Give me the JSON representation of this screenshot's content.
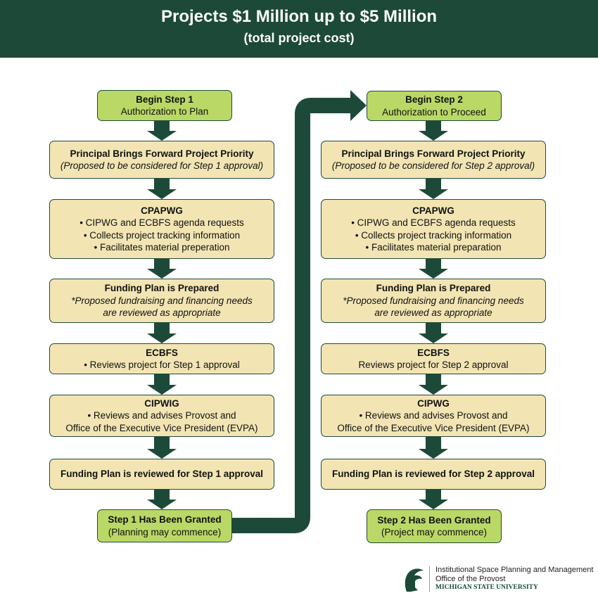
{
  "header": {
    "title": "Projects $1 Million up to $5 Million",
    "subtitle": "(total project cost)"
  },
  "colors": {
    "header": "#1d4a38",
    "green_box": "#bad866",
    "tan_box": "#f2e5b3",
    "arrow": "#1d4a38"
  },
  "columns": [
    {
      "boxes": [
        {
          "style": "green",
          "lines": [
            {
              "t": "Begin Step 1",
              "s": "b"
            },
            {
              "t": "Authorization to Plan",
              "s": ""
            }
          ]
        },
        {
          "style": "tan",
          "lines": [
            {
              "t": "Principal Brings Forward Project Priority",
              "s": "b"
            },
            {
              "t": "(Proposed to be considered for Step 1 approval)",
              "s": "i"
            }
          ]
        },
        {
          "style": "tan",
          "lines": [
            {
              "t": "CPAPWG",
              "s": "b"
            },
            {
              "t": "• CIPWG and ECBFS agenda requests",
              "s": ""
            },
            {
              "t": "• Collects project tracking information",
              "s": ""
            },
            {
              "t": "• Facilitates material preperation",
              "s": ""
            }
          ]
        },
        {
          "style": "tan",
          "lines": [
            {
              "t": "Funding Plan is Prepared",
              "s": "b"
            },
            {
              "t": "*Proposed fundraising and financing needs",
              "s": "i"
            },
            {
              "t": "are reviewed as appropriate",
              "s": "i"
            }
          ]
        },
        {
          "style": "tan",
          "lines": [
            {
              "t": "ECBFS",
              "s": "b"
            },
            {
              "t": "• Reviews project for Step 1 approval",
              "s": ""
            }
          ]
        },
        {
          "style": "tan",
          "lines": [
            {
              "t": "CIPWIG",
              "s": "b"
            },
            {
              "t": "• Reviews and advises Provost and",
              "s": ""
            },
            {
              "t": "Office of the Executive Vice President (EVPA)",
              "s": ""
            }
          ]
        },
        {
          "style": "tan",
          "lines": [
            {
              "t": "Funding Plan is reviewed for Step 1 approval",
              "s": "b"
            }
          ]
        },
        {
          "style": "green",
          "lines": [
            {
              "t": "Step 1 Has Been Granted",
              "s": "b"
            },
            {
              "t": "(Planning may commence)",
              "s": ""
            }
          ]
        }
      ]
    },
    {
      "boxes": [
        {
          "style": "green",
          "lines": [
            {
              "t": "Begin Step 2",
              "s": "b"
            },
            {
              "t": "Authorization to Proceed",
              "s": ""
            }
          ]
        },
        {
          "style": "tan",
          "lines": [
            {
              "t": "Principal Brings Forward Project Priority",
              "s": "b"
            },
            {
              "t": "(Proposed to be considered for Step 2 approval)",
              "s": "i"
            }
          ]
        },
        {
          "style": "tan",
          "lines": [
            {
              "t": "CPAPWG",
              "s": "b"
            },
            {
              "t": "• CIPWG and ECBFS agenda requests",
              "s": ""
            },
            {
              "t": "• Collects project tracking information",
              "s": ""
            },
            {
              "t": "• Facilitates material preparation",
              "s": ""
            }
          ]
        },
        {
          "style": "tan",
          "lines": [
            {
              "t": "Funding Plan is Prepared",
              "s": "b"
            },
            {
              "t": "*Proposed fundraising and financing needs",
              "s": "i"
            },
            {
              "t": "are reviewed as appropriate",
              "s": "i"
            }
          ]
        },
        {
          "style": "tan",
          "lines": [
            {
              "t": "ECBFS",
              "s": "b"
            },
            {
              "t": "Reviews project for Step 2 approval",
              "s": ""
            }
          ]
        },
        {
          "style": "tan",
          "lines": [
            {
              "t": "CIPWG",
              "s": "b"
            },
            {
              "t": "• Reviews and advises Provost and",
              "s": ""
            },
            {
              "t": "Office of the Executive Vice President (EVPA)",
              "s": ""
            }
          ]
        },
        {
          "style": "tan",
          "lines": [
            {
              "t": "Funding Plan is reviewed for Step 2 approval",
              "s": "b"
            }
          ]
        },
        {
          "style": "green",
          "lines": [
            {
              "t": "Step 2 Has Been Granted",
              "s": "b"
            },
            {
              "t": "(Project may commence)",
              "s": ""
            }
          ]
        }
      ]
    }
  ],
  "footer": {
    "line1": "Institutional Space Planning and Management",
    "line2": "Office of the Provost",
    "line3": "MICHIGAN STATE UNIVERSITY",
    "logo_icon": "spartan-helmet-icon"
  }
}
